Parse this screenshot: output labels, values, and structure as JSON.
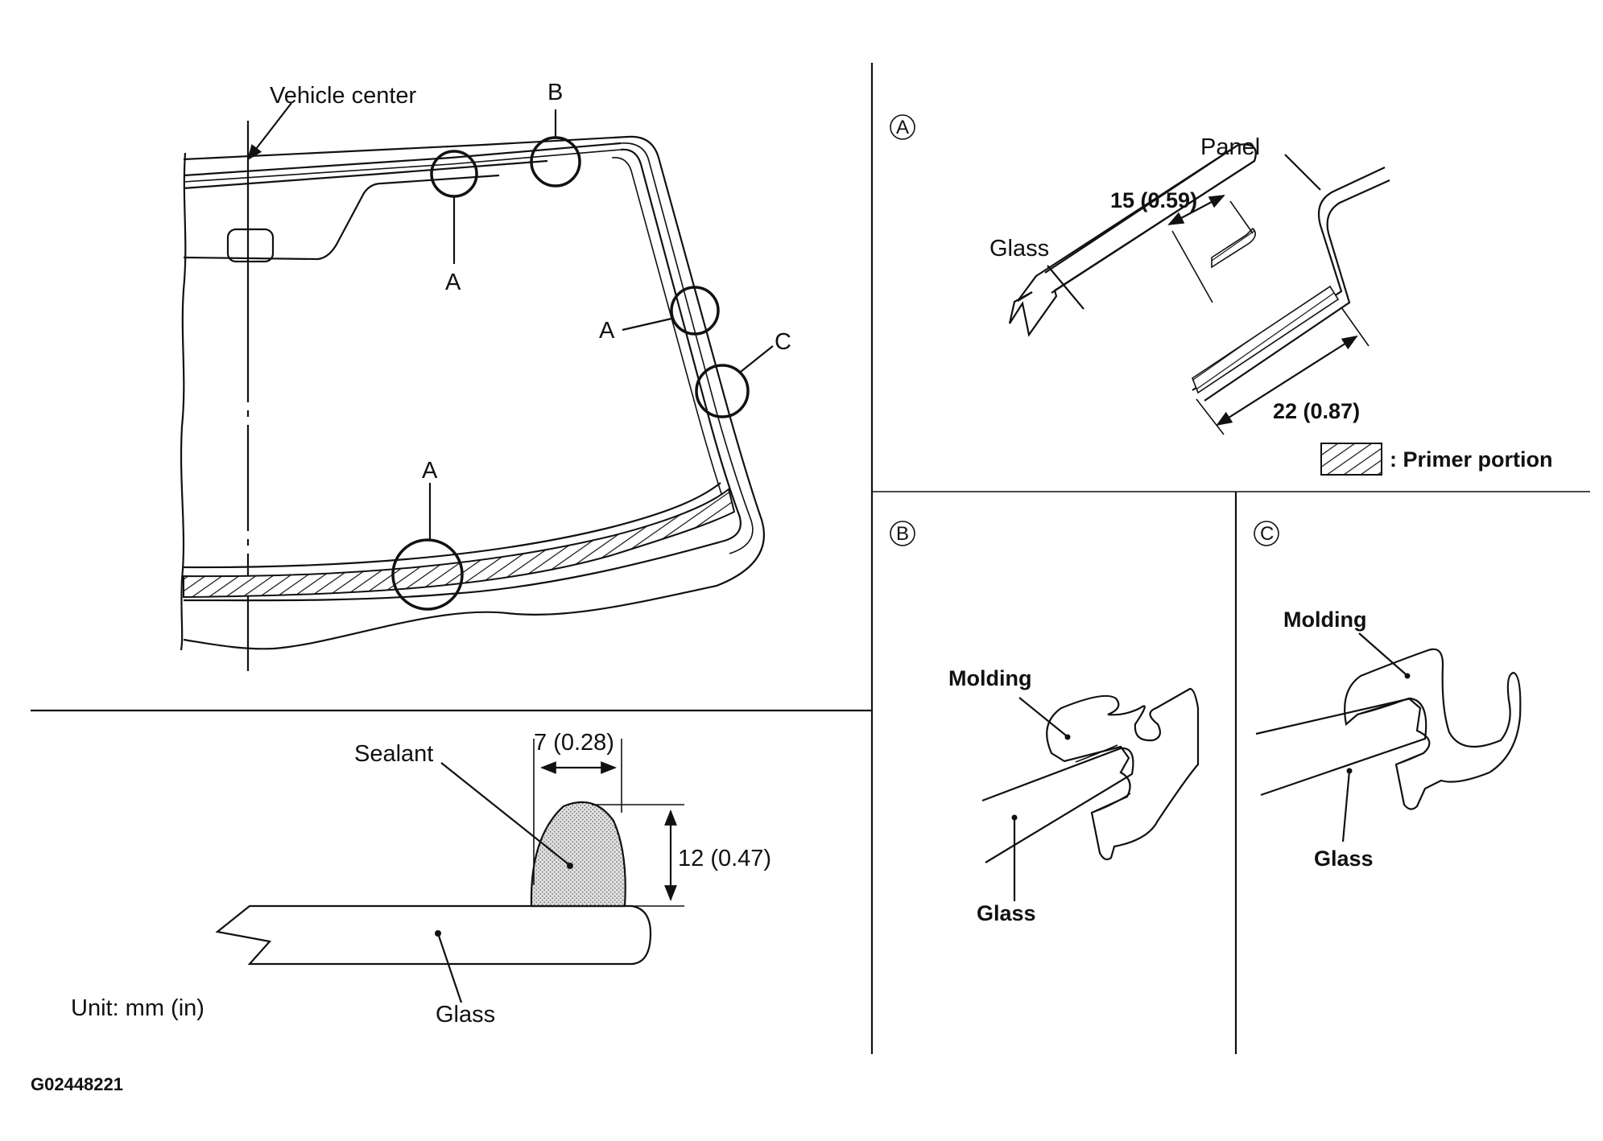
{
  "main_view": {
    "vehicle_center_label": "Vehicle center",
    "point_label_b": "B",
    "point_label_a_top": "A",
    "point_label_a_side": "A",
    "point_label_c": "C",
    "point_label_a_bottom": "A"
  },
  "sealant_view": {
    "sealant_label": "Sealant",
    "width_dim": "7 (0.28)",
    "height_dim": "12 (0.47)",
    "glass_label": "Glass",
    "unit_label": "Unit: mm (in)"
  },
  "detail_a": {
    "marker": "A",
    "panel_label": "Panel",
    "glass_label": "Glass",
    "dim_glass": "15 (0.59)",
    "dim_panel": "22 (0.87)",
    "legend_label": ": Primer portion"
  },
  "detail_b": {
    "marker": "B",
    "molding_label": "Molding",
    "glass_label": "Glass"
  },
  "detail_c": {
    "marker": "C",
    "molding_label": "Molding",
    "glass_label": "Glass"
  },
  "figure_id": "G02448221",
  "colors": {
    "line": "#111111",
    "sealant_fill": "#e3e3e3",
    "background": "#ffffff"
  }
}
